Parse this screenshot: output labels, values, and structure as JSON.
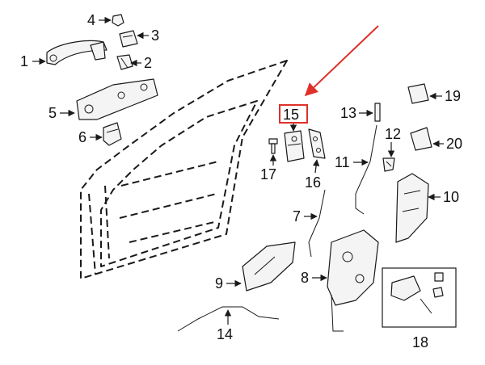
{
  "diagram": {
    "callouts": [
      "1",
      "2",
      "3",
      "4",
      "5",
      "6",
      "7",
      "8",
      "9",
      "10",
      "11",
      "12",
      "13",
      "14",
      "15",
      "16",
      "17",
      "18",
      "19",
      "20"
    ],
    "highlight": {
      "callout": "15",
      "box_color": "#e0302b",
      "arrow_color": "#e0302b"
    },
    "line_color": "#1a1a1a",
    "background": "#ffffff"
  }
}
